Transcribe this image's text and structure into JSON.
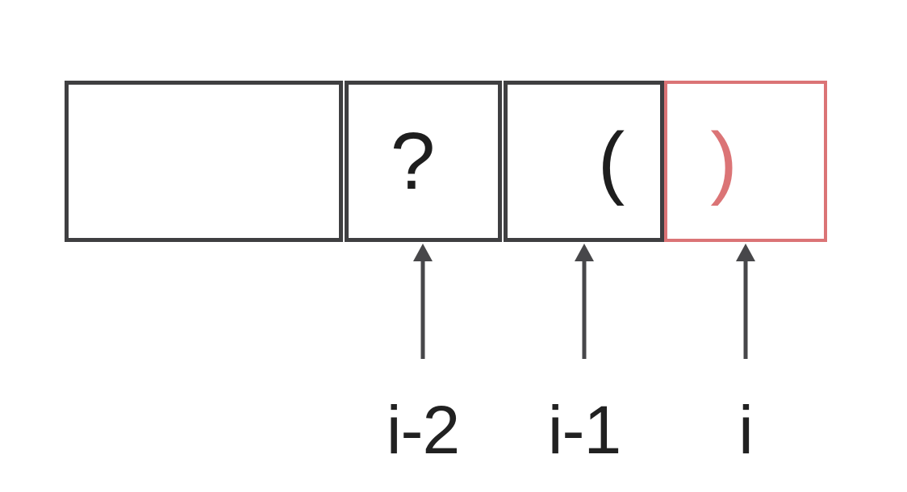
{
  "diagram": {
    "title": "parentheses-dp-cells",
    "cells": [
      {
        "symbol": "",
        "variant": "dark",
        "note": "leading-cells-ellipsis-empty"
      },
      {
        "symbol": "?",
        "variant": "dark"
      },
      {
        "symbol": "(",
        "variant": "dark"
      },
      {
        "symbol": ")",
        "variant": "red-highlight"
      }
    ],
    "pointers": [
      {
        "label": "i-2"
      },
      {
        "label": "i-1"
      },
      {
        "label": "i"
      }
    ],
    "colors": {
      "cell_border_dark": "#3f3f41",
      "cell_border_red": "#db7476",
      "symbol_dark": "#1e1e1e",
      "symbol_red": "#db7476",
      "arrow": "#47474a",
      "label_text": "#212121",
      "background": "#ffffff"
    }
  }
}
